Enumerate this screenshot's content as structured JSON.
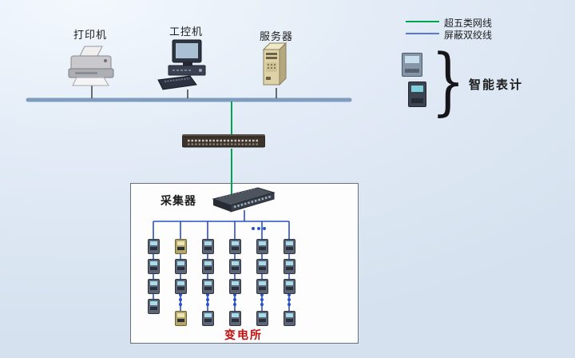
{
  "diagram": {
    "printer_label": "打印机",
    "ipc_label": "工控机",
    "server_label": "服务器",
    "collector_label": "采集器",
    "substation_label": "变电所"
  },
  "legend": {
    "cat5e": {
      "label": "超五类网线",
      "color": "#00a551"
    },
    "stp": {
      "label": "屏蔽双绞线",
      "color": "#2b50c8"
    },
    "smart_meter_label": "智能表计",
    "brace_glyph": "}"
  },
  "colors": {
    "bus_line": "#7e9cbe",
    "device_drop_line": "#3f3f3f",
    "substation_text": "#c40f0f",
    "background_top": "#f3f8fd",
    "background_bottom": "#d5e1ef"
  }
}
